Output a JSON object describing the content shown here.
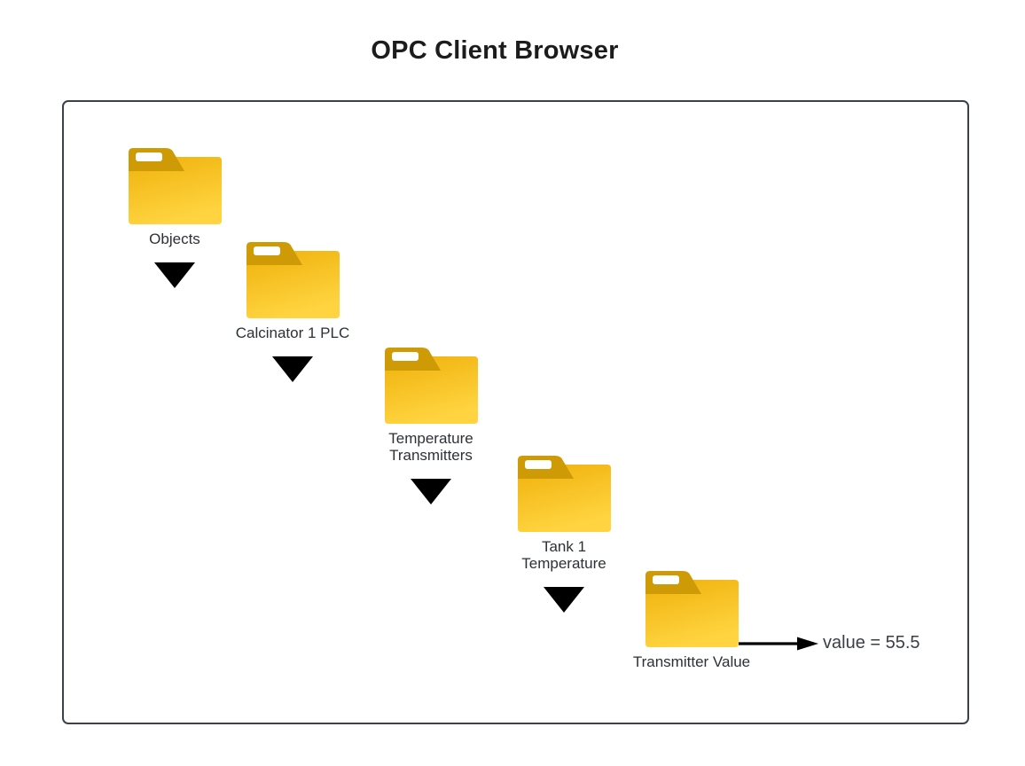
{
  "title": "OPC Client Browser",
  "browser": {
    "nodes": [
      {
        "label": "Objects",
        "lines": [
          "Objects"
        ]
      },
      {
        "label": "Calcinator 1 PLC",
        "lines": [
          "Calcinator 1 PLC"
        ]
      },
      {
        "label": "Temperature Transmitters",
        "lines": [
          "Temperature",
          "Transmitters"
        ]
      },
      {
        "label": "Tank 1 Temperature",
        "lines": [
          "Tank 1",
          "Temperature"
        ]
      },
      {
        "label": "Transmitter Value",
        "lines": [
          "Transmitter Value"
        ]
      }
    ],
    "value_annotation": "value = 55.5"
  },
  "icons": {
    "folder": "folder-icon",
    "expander": "triangle-down-icon",
    "value_arrow": "arrow-right-icon"
  },
  "colors": {
    "folder_body_top": "#EFB10B",
    "folder_body_bottom": "#FFD440",
    "folder_tab": "#CE9B07",
    "folder_slot": "#FFFFFF",
    "panel_border": "#3A414B",
    "expander": "#000000",
    "arrow": "#000000",
    "label_text": "#2D3136",
    "title_text": "#1C1C1C"
  }
}
